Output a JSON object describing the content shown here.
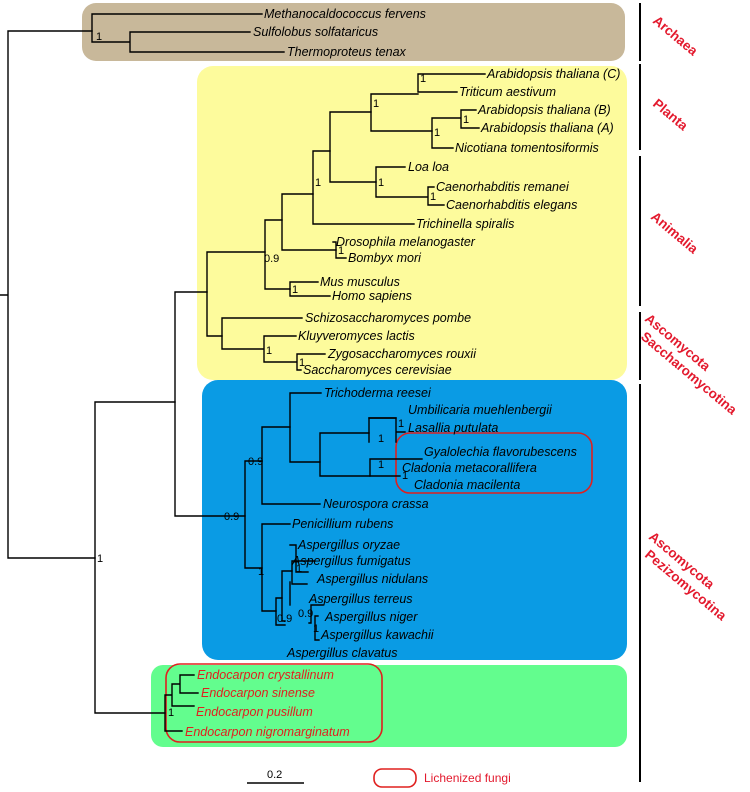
{
  "colors": {
    "archaea_box": "#c8b89a",
    "planta_box": "#fdfb9c",
    "fungi_box": "#0a9be4",
    "endocarpon_box": "#63fd8e",
    "lichen_outline": "#e0201f",
    "group_label": "#e3192d"
  },
  "taxa": {
    "t1": "Methanocaldococcus fervens",
    "t2": "Sulfolobus solfataricus",
    "t3": "Thermoproteus tenax",
    "t4": "Arabidopsis thaliana (C)",
    "t5": "Triticum aestivum",
    "t6": "Arabidopsis thaliana (B)",
    "t7": "Arabidopsis thaliana (A)",
    "t8": "Nicotiana tomentosiformis",
    "t9": "Loa loa",
    "t10": "Caenorhabditis remanei",
    "t11": "Caenorhabditis elegans",
    "t12": "Trichinella spiralis",
    "t13": "Drosophila melanogaster",
    "t14": "Bombyx mori",
    "t15": "Mus musculus",
    "t16": "Homo sapiens",
    "t17": "Schizosaccharomyces pombe",
    "t18": "Kluyveromyces lactis",
    "t19": "Zygosaccharomyces rouxii",
    "t20": "Saccharomyces cerevisiae",
    "t21": "Trichoderma reesei",
    "t22": "Umbilicaria muehlenbergii",
    "t23": "Lasallia putulata",
    "t24": "Gyalolechia flavorubescens",
    "t25": "Cladonia metacorallifera",
    "t26": "Cladonia macilenta",
    "t27": "Neurospora crassa",
    "t28": "Penicillium rubens",
    "t29": "Aspergillus oryzae",
    "t30": "Aspergillus fumigatus",
    "t31": "Aspergillus nidulans",
    "t32": "Aspergillus terreus",
    "t33": "Aspergillus niger",
    "t34": "Aspergillus kawachii",
    "t35": "Aspergillus clavatus",
    "t36": "Endocarpon crystallinum",
    "t37": "Endocarpon sinense",
    "t38": "Endocarpon pusillum",
    "t39": "Endocarpon nigromarginatum"
  },
  "supports": {
    "archaea": "1",
    "arab_c_triticum": "1",
    "plants": "1",
    "arab_a_b": "1",
    "arab_ab_nicotiana": "1",
    "animals_plants": "1",
    "caeno_loa": "1",
    "caeno": "1",
    "metazoa": "0.9",
    "dros_bombyx": "1",
    "mus_homo": "1",
    "sacch": "1",
    "zygo_sacch": "1",
    "lichens": "1",
    "umb_las": "1",
    "gyalo_clad": "1",
    "clad": "1",
    "sordario": "0.9",
    "pezizo": "0.9",
    "penicillium_asp": "1",
    "asp_fum_nid": "1",
    "asp_terreus_group": "0.9",
    "asp_niger_kaw": "1",
    "asp_clavatus": "0.9",
    "endocarpon": "1",
    "root": "1"
  },
  "groups": {
    "archaea": "Archaea",
    "planta": "Planta",
    "animalia": "Animalia",
    "sacch_line1": "Ascomycota",
    "sacch_line2": "Saccharomycotina",
    "pezizo_line1": "Ascomycota",
    "pezizo_line2": "Pezizomycotina"
  },
  "scale_bar": {
    "label": "0.2"
  },
  "legend": {
    "label": "Lichenized fungi"
  }
}
